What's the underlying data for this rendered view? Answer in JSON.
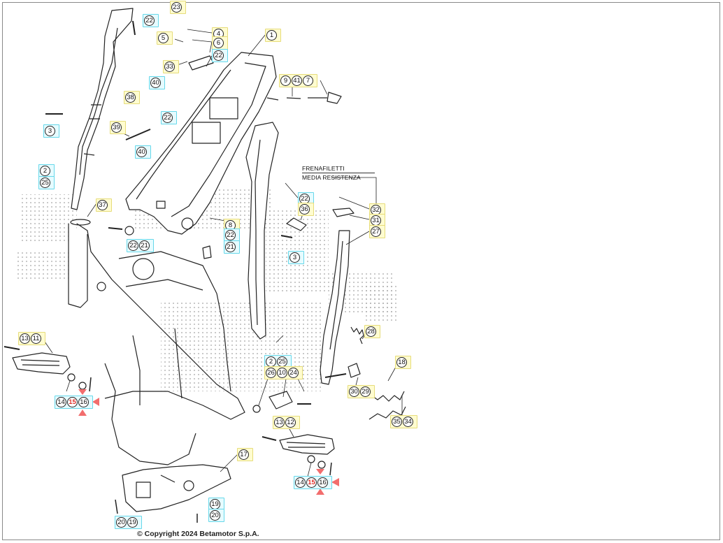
{
  "note": {
    "line1": "FRENAFILETTI",
    "line2": "MEDIA RESISTENZA"
  },
  "copyright": "© Copyright 2024 Betamotor S.p.A.",
  "colors": {
    "callout_yellow": "#fffcd0",
    "callout_cyan": "#e6fbff",
    "warning_red": "#f26d6d",
    "line": "#222222"
  },
  "callouts": [
    {
      "id": "c1",
      "nums": [
        "1"
      ],
      "color": "yellow"
    },
    {
      "id": "c2",
      "nums": [
        "2"
      ],
      "color": "cyan"
    },
    {
      "id": "c3",
      "nums": [
        "3"
      ],
      "color": "cyan"
    },
    {
      "id": "c4",
      "nums": [
        "4"
      ],
      "color": "yellow"
    },
    {
      "id": "c5",
      "nums": [
        "5"
      ],
      "color": "yellow"
    },
    {
      "id": "c6",
      "nums": [
        "6"
      ],
      "color": "yellow"
    },
    {
      "id": "c7",
      "nums": [
        "9",
        "41",
        "7"
      ],
      "color": "yellow"
    },
    {
      "id": "c8",
      "nums": [
        "8"
      ],
      "color": "yellow"
    },
    {
      "id": "c9",
      "nums": [
        "22"
      ],
      "color": "cyan"
    },
    {
      "id": "c10",
      "nums": [
        "21"
      ],
      "color": "cyan"
    },
    {
      "id": "c11",
      "nums": [
        "22"
      ],
      "color": "cyan"
    },
    {
      "id": "c12",
      "nums": [
        "22"
      ],
      "color": "cyan"
    },
    {
      "id": "c13",
      "nums": [
        "23"
      ],
      "color": "yellow"
    },
    {
      "id": "c14",
      "nums": [
        "33"
      ],
      "color": "yellow"
    },
    {
      "id": "c15",
      "nums": [
        "40"
      ],
      "color": "cyan"
    },
    {
      "id": "c16",
      "nums": [
        "22"
      ],
      "color": "cyan"
    },
    {
      "id": "c17",
      "nums": [
        "38"
      ],
      "color": "yellow"
    },
    {
      "id": "c18",
      "nums": [
        "39"
      ],
      "color": "yellow"
    },
    {
      "id": "c19",
      "nums": [
        "40"
      ],
      "color": "cyan"
    },
    {
      "id": "c20",
      "nums": [
        "3"
      ],
      "color": "cyan"
    },
    {
      "id": "c21",
      "nums": [
        "2"
      ],
      "color": "cyan"
    },
    {
      "id": "c22",
      "nums": [
        "25"
      ],
      "color": "cyan"
    },
    {
      "id": "c23",
      "nums": [
        "37"
      ],
      "color": "yellow"
    },
    {
      "id": "c24",
      "nums": [
        "22",
        "21"
      ],
      "color": "cyan"
    },
    {
      "id": "c25",
      "nums": [
        "22"
      ],
      "color": "cyan"
    },
    {
      "id": "c26",
      "nums": [
        "36"
      ],
      "color": "yellow"
    },
    {
      "id": "c27",
      "nums": [
        "3"
      ],
      "color": "cyan"
    },
    {
      "id": "c28",
      "nums": [
        "32"
      ],
      "color": "yellow"
    },
    {
      "id": "c29",
      "nums": [
        "31"
      ],
      "color": "yellow"
    },
    {
      "id": "c30",
      "nums": [
        "27"
      ],
      "color": "yellow"
    },
    {
      "id": "c31",
      "nums": [
        "28"
      ],
      "color": "yellow"
    },
    {
      "id": "c32",
      "nums": [
        "18"
      ],
      "color": "yellow"
    },
    {
      "id": "c33",
      "nums": [
        "30",
        "29"
      ],
      "color": "yellow"
    },
    {
      "id": "c34",
      "nums": [
        "35",
        "34"
      ],
      "color": "yellow"
    },
    {
      "id": "c35",
      "nums": [
        "13",
        "11"
      ],
      "color": "yellow"
    },
    {
      "id": "c36",
      "nums": [
        "14",
        "15",
        "16"
      ],
      "color": "cyan",
      "red_index": 1
    },
    {
      "id": "c37",
      "nums": [
        "2",
        "25"
      ],
      "color": "cyan"
    },
    {
      "id": "c38",
      "nums": [
        "26",
        "10",
        "24"
      ],
      "color": "yellow"
    },
    {
      "id": "c39",
      "nums": [
        "13",
        "12"
      ],
      "color": "yellow"
    },
    {
      "id": "c40",
      "nums": [
        "17"
      ],
      "color": "yellow"
    },
    {
      "id": "c41",
      "nums": [
        "14",
        "15",
        "16"
      ],
      "color": "cyan",
      "red_index": 1
    },
    {
      "id": "c42",
      "nums": [
        "19"
      ],
      "color": "cyan"
    },
    {
      "id": "c43",
      "nums": [
        "20"
      ],
      "color": "cyan"
    },
    {
      "id": "c44",
      "nums": [
        "20",
        "19"
      ],
      "color": "cyan"
    }
  ]
}
